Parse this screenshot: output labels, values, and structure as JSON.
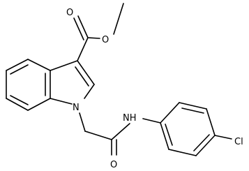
{
  "molecule": {
    "atoms": {
      "o_carbonyl_top": "O",
      "o_ester": "O",
      "n_indole": "N",
      "nh_amide": "NH",
      "o_amide": "O",
      "cl": "Cl"
    }
  }
}
